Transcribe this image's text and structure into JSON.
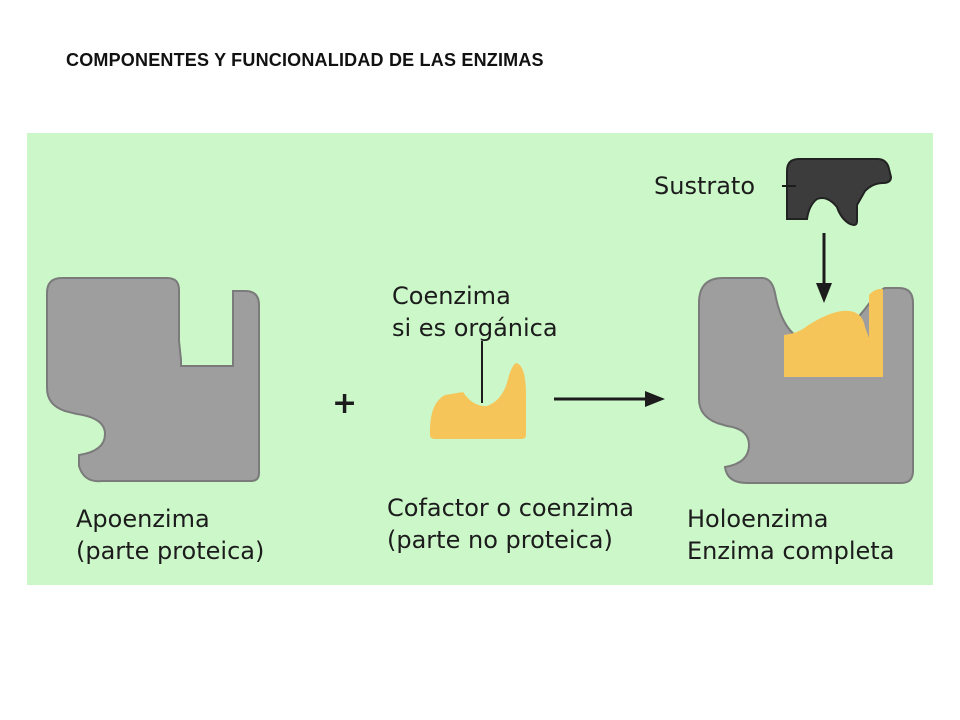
{
  "title": "COMPONENTES Y FUNCIONALIDAD DE LAS ENZIMAS",
  "diagram": {
    "background_color": "#ccf7c9",
    "protein_color": "#9e9e9e",
    "protein_edge_color": "#7b7b7b",
    "cofactor_color": "#f6c55a",
    "substrate_color": "#3c3c3c",
    "operator": "+",
    "labels": {
      "substrate": "Sustrato",
      "coenzyme_note_line1": "Coenzima",
      "coenzyme_note_line2": "si es orgánica",
      "apoenzyme_line1": "Apoenzima",
      "apoenzyme_line2": "(parte proteica)",
      "cofactor_line1": "Cofactor o coenzima",
      "cofactor_line2": "(parte no proteica)",
      "holoenzyme_line1": "Holoenzima",
      "holoenzyme_line2": "Enzima completa"
    }
  }
}
